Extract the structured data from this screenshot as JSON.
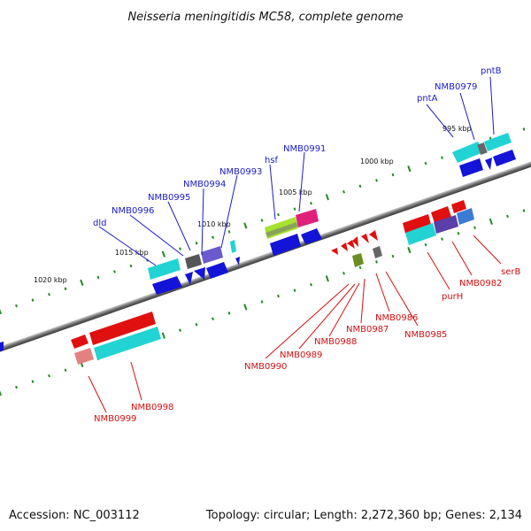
{
  "title": "Neisseria meningitidis MC58, complete genome",
  "footer": {
    "accession": "Accession: NC_003112",
    "summary": "Topology: circular; Length: 2,272,360 bp; Genes: 2,134"
  },
  "ticks": [
    "995 kbp",
    "1000 kbp",
    "1005 kbp",
    "1010 kbp",
    "1015 kbp",
    "1020 kbp"
  ],
  "labels_upper": [
    "pntB",
    "NMB0979",
    "pntA",
    "NMB0991",
    "hsf",
    "NMB0993",
    "NMB0994",
    "NMB0995",
    "NMB0996",
    "dld"
  ],
  "labels_lower": [
    "serB",
    "NMB0982",
    "purH",
    "NMB0985",
    "NMB0986",
    "NMB0987",
    "NMB0988",
    "NMB0989",
    "NMB0990",
    "NMB0998",
    "NMB0999"
  ],
  "colors": {
    "backbone": "#7a7a7a",
    "tick": "#1f8a1f",
    "label_upper": "#1a1acc",
    "label_lower": "#d51010",
    "feature_red": "#e01010",
    "feature_cyan": "#22d3d3",
    "feature_blue": "#1414d8"
  }
}
